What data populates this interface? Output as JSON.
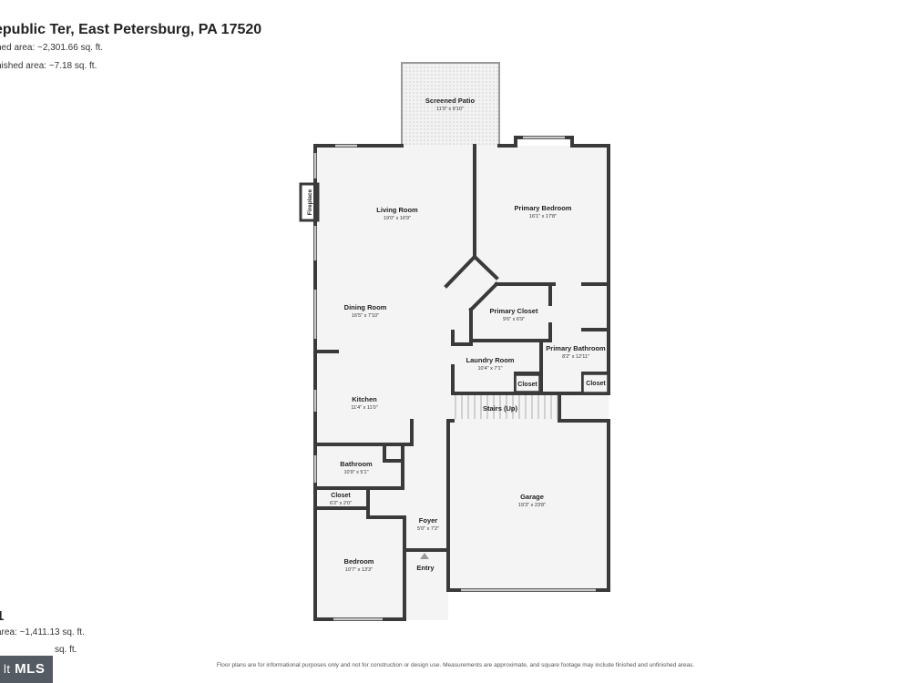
{
  "header": {
    "title": "epublic Ter, East Petersburg, PA 17520",
    "finished_area": "hed area: ~2,301.66 sq. ft.",
    "unfinished_area": "nished area: ~7.18 sq. ft."
  },
  "level": {
    "label": "1",
    "area": "area: ~1,411.13 sq. ft.",
    "other_area": "sq. ft."
  },
  "disclaimer": "Floor plans are for informational purposes only and not for construction or design use. Measurements are approximate, and square footage may include finished and unfinished areas.",
  "badge": {
    "prefix": "lt",
    "label": "MLS"
  },
  "rooms": {
    "screened_patio": {
      "name": "Screened Patio",
      "dims": "11'9\" x 9'10\""
    },
    "living_room": {
      "name": "Living Room",
      "dims": "19'0\" x 16'9\""
    },
    "primary_bedroom": {
      "name": "Primary Bedroom",
      "dims": "16'1\" x 17'8\""
    },
    "fireplace": {
      "name": "Fireplace"
    },
    "dining_room": {
      "name": "Dining Room",
      "dims": "16'5\" x 7'10\""
    },
    "primary_closet": {
      "name": "Primary Closet",
      "dims": "9'6\" x 6'9\""
    },
    "primary_bathroom": {
      "name": "Primary Bathroom",
      "dims": "8'2\" x 12'11\""
    },
    "laundry_room": {
      "name": "Laundry Room",
      "dims": "10'4\" x 7'1\""
    },
    "closet_laundry": {
      "name": "Closet"
    },
    "closet_bath": {
      "name": "Closet"
    },
    "kitchen": {
      "name": "Kitchen",
      "dims": "11'4\" x 11'0\""
    },
    "stairs": {
      "name": "Stairs (Up)"
    },
    "bathroom": {
      "name": "Bathroom",
      "dims": "10'9\" x 5'1\""
    },
    "closet_hall": {
      "name": "Closet",
      "dims": "6'2\" x 2'0\""
    },
    "garage": {
      "name": "Garage",
      "dims": "19'3\" x 23'8\""
    },
    "foyer": {
      "name": "Foyer",
      "dims": "5'0\" x 7'2\""
    },
    "bedroom": {
      "name": "Bedroom",
      "dims": "10'7\" x 13'3\""
    },
    "entry": {
      "name": "Entry"
    }
  },
  "colors": {
    "wall": "#3a3a3a",
    "floor": "#f4f4f4",
    "window": "#cfcfcf",
    "patio_pattern": "#d9d9d9"
  }
}
